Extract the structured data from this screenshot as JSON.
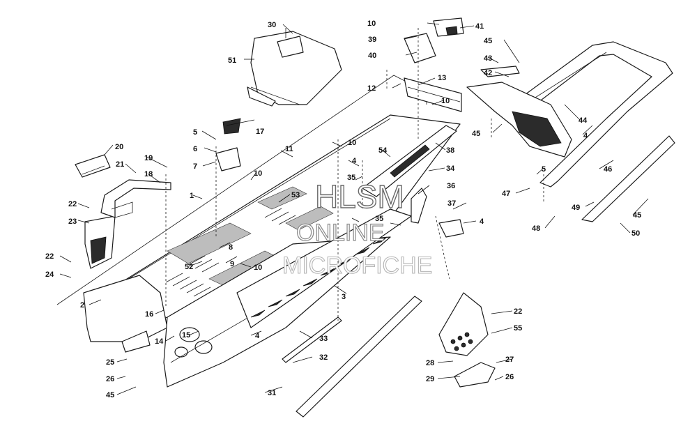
{
  "watermark": {
    "line1": "HLSM",
    "line2": "ONLINE",
    "line3": "MICROFICHE"
  },
  "callouts": [
    "1",
    "2",
    "3",
    "4",
    "5",
    "6",
    "7",
    "8",
    "9",
    "10",
    "11",
    "12",
    "13",
    "14",
    "15",
    "16",
    "17",
    "18",
    "19",
    "20",
    "21",
    "22",
    "23",
    "24",
    "25",
    "26",
    "27",
    "28",
    "29",
    "30",
    "31",
    "32",
    "33",
    "34",
    "35",
    "36",
    "37",
    "38",
    "39",
    "40",
    "41",
    "42",
    "43",
    "44",
    "45",
    "46",
    "47",
    "48",
    "49",
    "50",
    "51",
    "52",
    "53",
    "54",
    "55"
  ]
}
